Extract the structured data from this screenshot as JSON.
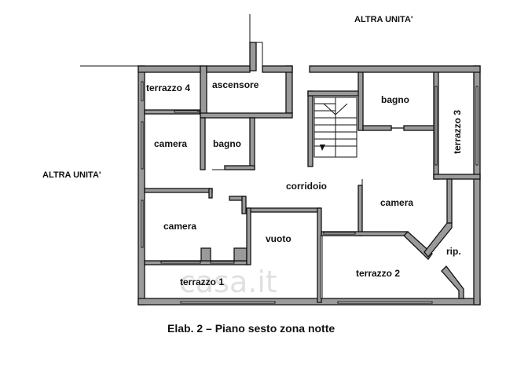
{
  "labels": {
    "altra_unita_top": "ALTRA UNITA'",
    "altra_unita_left": "ALTRA UNITA'"
  },
  "rooms": {
    "terrazzo_4": "terrazzo 4",
    "ascensore": "ascensore",
    "bagno_top_right": "bagno",
    "terrazzo_3": "terrazzo 3",
    "camera_top_left": "camera",
    "bagno_left": "bagno",
    "corridoio": "corridoio",
    "camera_right": "camera",
    "camera_mid_left": "camera",
    "vuoto": "vuoto",
    "rip": "rip.",
    "terrazzo_1": "terrazzo 1",
    "terrazzo_2": "terrazzo 2"
  },
  "caption": "Elab. 2 – Piano sesto zona notte",
  "watermark": "casa.it"
}
